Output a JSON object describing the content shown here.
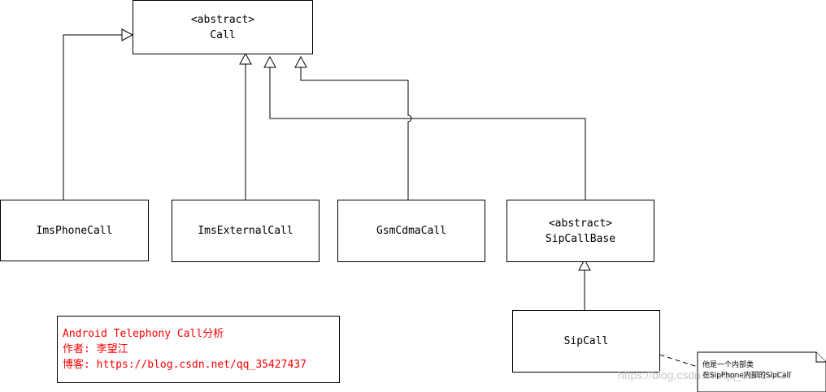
{
  "diagram": {
    "classes": {
      "call": {
        "stereotype": "<abstract>",
        "name": "Call"
      },
      "ims_phone_call": {
        "name": "ImsPhoneCall"
      },
      "ims_external_call": {
        "name": "ImsExternalCall"
      },
      "gsm_cdma_call": {
        "name": "GsmCdmaCall"
      },
      "sip_call_base": {
        "stereotype": "<abstract>",
        "name": "SipCallBase"
      },
      "sip_call": {
        "name": "SipCall"
      }
    },
    "author_note": {
      "line1": "Android Telephony Call分析",
      "line2": "作者: 李望江",
      "line3": "博客: https://blog.csdn.net/qq_35427437"
    },
    "comment": {
      "line1": "他是一个内部类",
      "line2": "在SipPhone内部的SipCall"
    },
    "watermark": "https://blog.csdn.net/qq_35427437",
    "colors": {
      "note_text": "#ff0000",
      "line": "#000000"
    }
  }
}
